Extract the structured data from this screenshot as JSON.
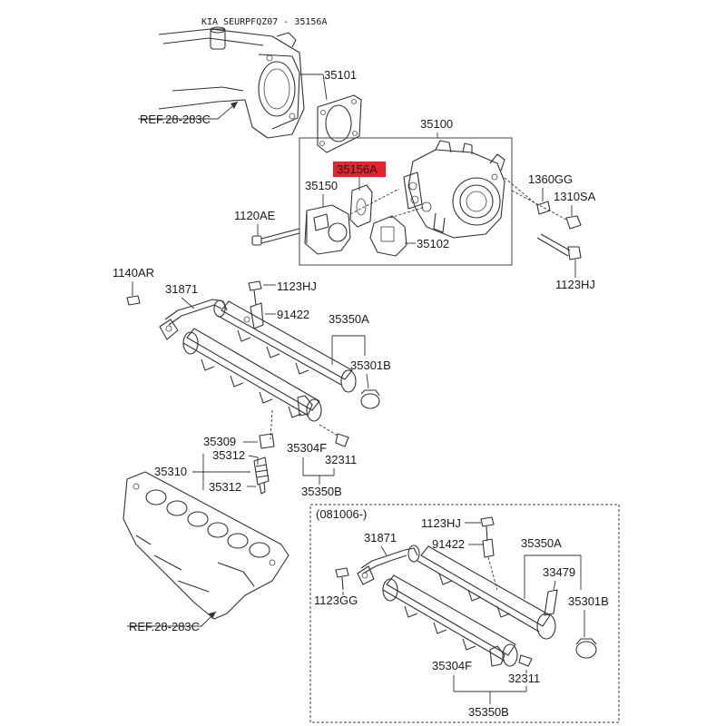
{
  "header": {
    "title": "KIA SEURPFQZ07 - 35156A"
  },
  "colors": {
    "highlight": "#e8222a",
    "line": "#333333"
  },
  "refs": {
    "ref_top": "REF.28-283C",
    "ref_bottom": "REF.28-283C"
  },
  "labels": {
    "p35101": "35101",
    "p35100": "35100",
    "p35156A": "35156A",
    "p35150": "35150",
    "p1120AE": "1120AE",
    "p35102": "35102",
    "p1360GG": "1360GG",
    "p1310SA": "1310SA",
    "p1123HJ_a": "1123HJ",
    "p1140AR": "1140AR",
    "p31871_a": "31871",
    "p1123HJ_b": "1123HJ",
    "p91422_a": "91422",
    "p35350A_a": "35350A",
    "p35301B_a": "35301B",
    "p35309": "35309",
    "p35312_a": "35312",
    "p35310": "35310",
    "p35312_b": "35312",
    "p35304F_a": "35304F",
    "p32311_a": "32311",
    "p35350B_a": "35350B",
    "variant": "(081006-)",
    "p1123HJ_c": "1123HJ",
    "p31871_b": "31871",
    "p91422_b": "91422",
    "p35350A_b": "35350A",
    "p33479": "33479",
    "p1123GG": "1123GG",
    "p35301B_b": "35301B",
    "p35304F_b": "35304F",
    "p32311_b": "32311",
    "p35350B_b": "35350B"
  }
}
